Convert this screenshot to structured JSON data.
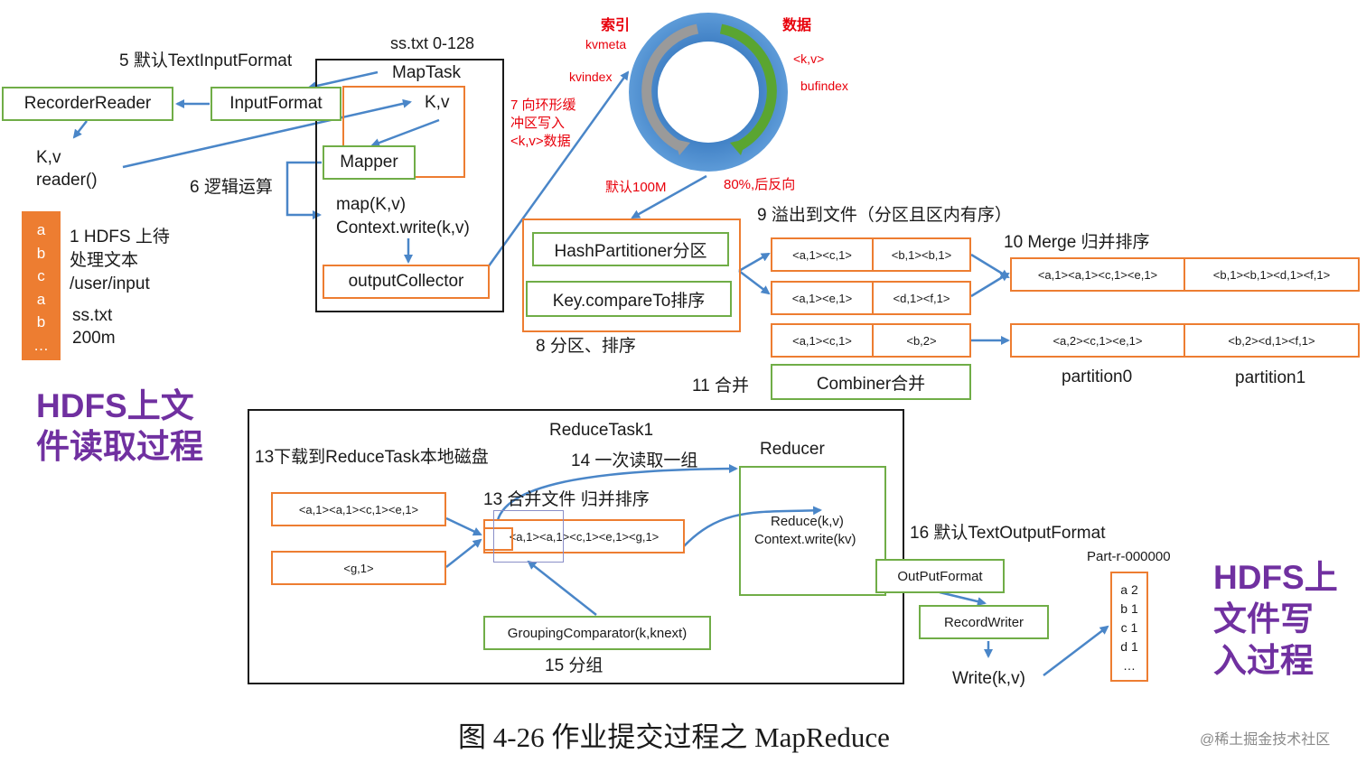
{
  "maptask": {
    "ss_range": "ss.txt 0-128",
    "title": "MapTask",
    "kv": "K,v",
    "mapper": "Mapper",
    "map_fn_line1": "map(K,v)",
    "map_fn_line2": "Context.write(k,v)",
    "output_collector": "outputCollector"
  },
  "input": {
    "step5": "5 默认TextInputFormat",
    "input_format": "InputFormat",
    "recorder_reader": "RecorderReader",
    "kv": "K,v",
    "reader": "reader()",
    "step6": "6 逻辑运算"
  },
  "hdfs_source": {
    "column_letters": [
      "a",
      "b",
      "c",
      "a",
      "b",
      "…"
    ],
    "step1_line1": "1 HDFS 上待",
    "step1_line2": "处理文本",
    "step1_line3": "/user/input",
    "file_name": "ss.txt",
    "file_size": "200m",
    "read_title_line1": "HDFS上文",
    "read_title_line2": "件读取过程"
  },
  "ring_buffer": {
    "index_label": "索引",
    "kvmeta": "kvmeta",
    "kvindex": "kvindex",
    "data_label": "数据",
    "kv_data": "<k,v>",
    "bufindex": "bufindex",
    "step7_line1": "7 向环形缓",
    "step7_line2": "冲区写入",
    "step7_line3": "<k,v>数据",
    "default_size": "默认100M",
    "threshold": "80%,后反向",
    "colors": {
      "ring": "#4a86c8",
      "index_arrow": "#9a9a9a",
      "data_arrow": "#5aa531"
    }
  },
  "partition": {
    "hash_partitioner": "HashPartitioner分区",
    "key_compare": "Key.compareTo排序",
    "step8": "8 分区、排序"
  },
  "spill": {
    "step9": "9 溢出到文件（分区且区内有序）",
    "rows": [
      [
        "<a,1><c,1>",
        "<b,1><b,1>"
      ],
      [
        "<a,1><e,1>",
        "<d,1><f,1>"
      ],
      [
        "<a,1><c,1>",
        "<b,2>"
      ]
    ],
    "step11": "11 合并",
    "combiner": "Combiner合并"
  },
  "merge": {
    "step10": "10 Merge 归并排序",
    "row1": [
      "<a,1><a,1><c,1><e,1>",
      "<b,1><b,1><d,1><f,1>"
    ],
    "row2": [
      "<a,2><c,1><e,1>",
      "<b,2><d,1><f,1>"
    ],
    "partition0": "partition0",
    "partition1": "partition1"
  },
  "reducetask": {
    "title": "ReduceTask1",
    "step13_download": "13下载到ReduceTask本地磁盘",
    "step14": "14 一次读取一组",
    "reducer": "Reducer",
    "step13_merge": "13 合并文件 归并排序",
    "file1": "<a,1><a,1><c,1><e,1>",
    "file2": "<g,1>",
    "merged": "<a,1><a,1><c,1><e,1><g,1>",
    "reduce_fn_line1": "Reduce(k,v)",
    "reduce_fn_line2": "Context.write(kv)",
    "grouping": "GroupingComparator(k,knext)",
    "step15": "15 分组"
  },
  "output": {
    "step16": "16 默认TextOutputFormat",
    "output_format": "OutPutFormat",
    "record_writer": "RecordWriter",
    "write": "Write(k,v)",
    "part_file": "Part-r-000000",
    "file_lines": [
      "a 2",
      "b 1",
      "c 1",
      "d 1",
      "…"
    ],
    "write_title_line1": "HDFS上",
    "write_title_line2": "文件写",
    "write_title_line3": "入过程"
  },
  "caption": "图 4-26  作业提交过程之 MapReduce",
  "watermark": "@稀土掘金技术社区",
  "colors": {
    "green": "#70ad47",
    "orange": "#ed7d31",
    "blue_arrow": "#4a86c8",
    "red_text": "#e8000b",
    "purple": "#7030a0"
  }
}
